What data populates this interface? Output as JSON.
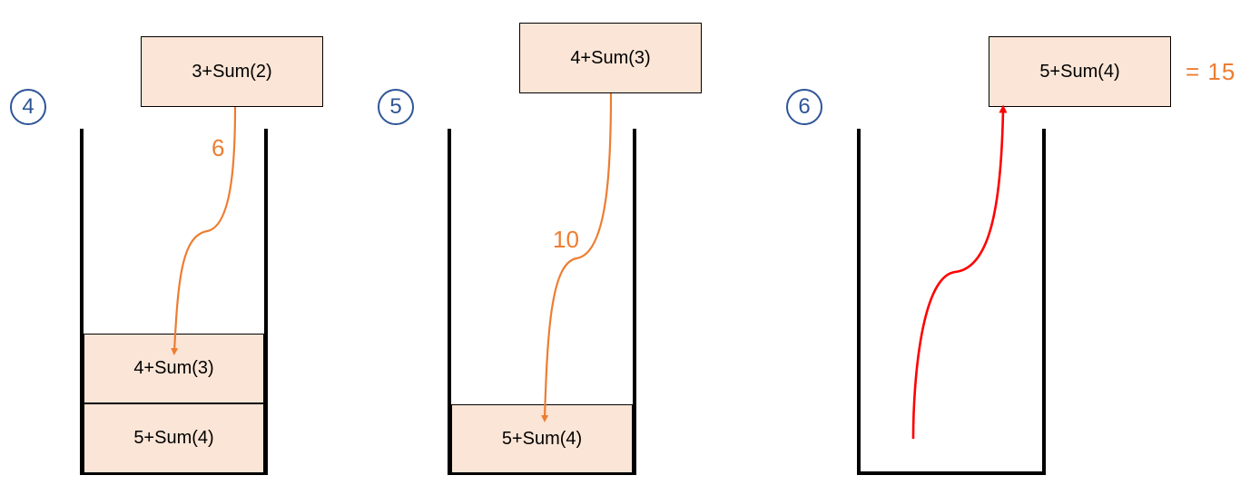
{
  "steps": [
    "4",
    "5",
    "6"
  ],
  "panel4": {
    "call_box": "3+Sum(2)",
    "return_value": "6",
    "stack": [
      "4+Sum(3)",
      "5+Sum(4)"
    ]
  },
  "panel5": {
    "call_box": "4+Sum(3)",
    "return_value": "10",
    "stack": [
      "5+Sum(4)"
    ]
  },
  "panel6": {
    "call_box": "5+Sum(4)",
    "result": "= 15"
  },
  "colors": {
    "return_arrow": "#ed7d31",
    "final_arrow": "#ff0000",
    "step_circle": "#2f5597",
    "box_fill": "#fbe5d6"
  }
}
